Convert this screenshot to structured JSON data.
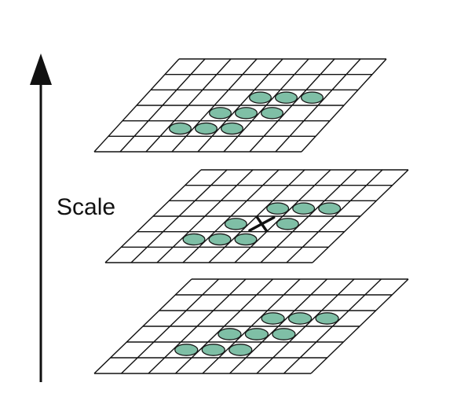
{
  "diagram": {
    "axis_label": "Scale",
    "colors": {
      "line": "#111111",
      "sample": "#7fbfa6",
      "center_mark": "#111111",
      "background": "#ffffff"
    },
    "grid": {
      "cols": 8,
      "rows": 6
    },
    "neighbor_positions": [
      {
        "row": 2,
        "col": 4
      },
      {
        "row": 2,
        "col": 5
      },
      {
        "row": 2,
        "col": 6
      },
      {
        "row": 3,
        "col": 3
      },
      {
        "row": 3,
        "col": 4
      },
      {
        "row": 3,
        "col": 5
      },
      {
        "row": 4,
        "col": 2
      },
      {
        "row": 4,
        "col": 3
      },
      {
        "row": 4,
        "col": 4
      }
    ],
    "layers": [
      {
        "name": "upper-scale",
        "center_sample": true
      },
      {
        "name": "current-scale",
        "center_sample": false
      },
      {
        "name": "lower-scale",
        "center_sample": true
      }
    ]
  }
}
